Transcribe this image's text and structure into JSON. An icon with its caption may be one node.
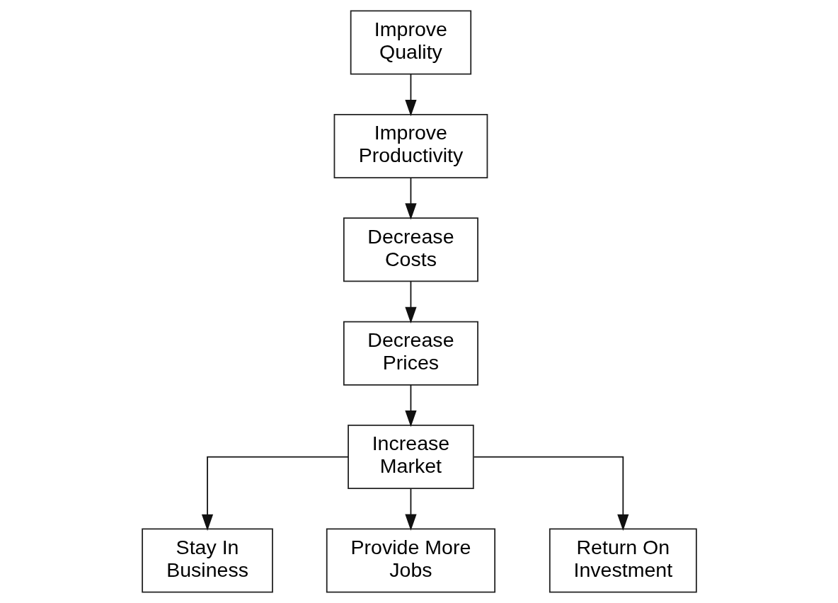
{
  "diagram": {
    "nodes": [
      {
        "text": [
          "Improve Quality"
        ]
      },
      {
        "text": [
          "Improve Productivity"
        ]
      },
      {
        "text": [
          "Decrease Costs"
        ]
      },
      {
        "text": [
          "Decrease Prices"
        ]
      },
      {
        "text": [
          "Increase Market"
        ]
      },
      {
        "text": [
          "Stay In Business"
        ]
      },
      {
        "text": [
          "Provide More Jobs"
        ]
      },
      {
        "text": [
          "Return On Investment"
        ]
      }
    ],
    "edges": [
      {
        "from": 0,
        "to": 1,
        "arrow": "to"
      },
      {
        "from": 1,
        "to": 2,
        "arrow": "to"
      },
      {
        "from": 2,
        "to": 3,
        "arrow": "to"
      },
      {
        "from": 3,
        "to": 4,
        "arrow": "to"
      },
      {
        "from": 4,
        "to": 5,
        "arrow": "to"
      },
      {
        "from": 4,
        "to": 6,
        "arrow": "to"
      },
      {
        "from": 4,
        "to": 7,
        "arrow": "to"
      }
    ]
  }
}
